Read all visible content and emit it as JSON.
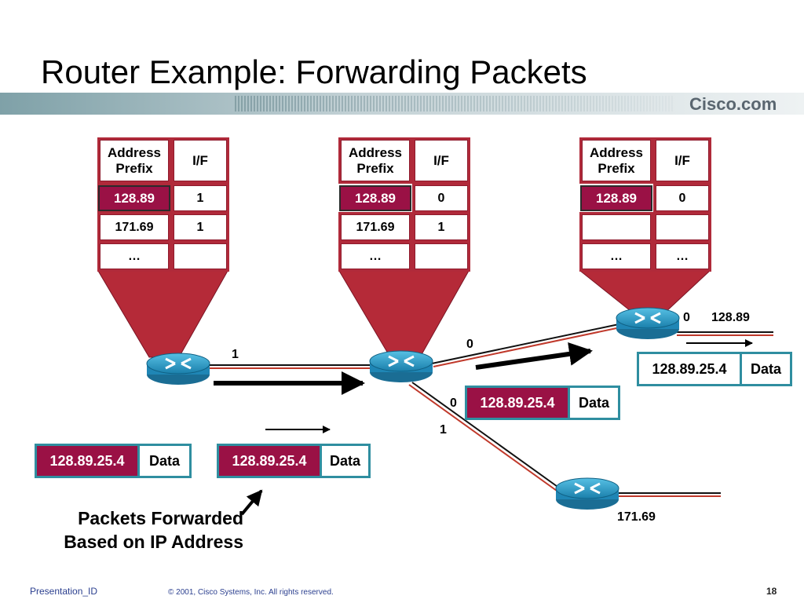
{
  "slide": {
    "title": "Router Example:  Forwarding Packets",
    "brand": "Cisco.com",
    "footer_left": "Presentation_ID",
    "footer_center": "© 2001, Cisco Systems, Inc. All rights reserved.",
    "page_number": "18"
  },
  "tables": [
    {
      "header_prefix": "Address Prefix",
      "header_if": "I/F",
      "rows": [
        {
          "prefix": "128.89",
          "iface": "1"
        },
        {
          "prefix": "171.69",
          "iface": "1"
        },
        {
          "prefix": "…",
          "iface": ""
        }
      ]
    },
    {
      "header_prefix": "Address Prefix",
      "header_if": "I/F",
      "rows": [
        {
          "prefix": "128.89",
          "iface": "0"
        },
        {
          "prefix": "171.69",
          "iface": "1"
        },
        {
          "prefix": "…",
          "iface": ""
        }
      ]
    },
    {
      "header_prefix": "Address Prefix",
      "header_if": "I/F",
      "rows": [
        {
          "prefix": "128.89",
          "iface": "0"
        },
        {
          "prefix": "",
          "iface": ""
        },
        {
          "prefix": "…",
          "iface": "…"
        }
      ]
    }
  ],
  "link_labels": {
    "router1_out": "1",
    "router2_upper": "0",
    "router2_mid": "0",
    "router2_lower": "1",
    "router3_if": "0",
    "router3_net": "128.89",
    "router4_net": "171.69"
  },
  "packets": {
    "p1": {
      "addr": "128.89.25.4",
      "data": "Data"
    },
    "p2": {
      "addr": "128.89.25.4",
      "data": "Data"
    },
    "p3": {
      "addr": "128.89.25.4",
      "data": "Data"
    },
    "p4": {
      "addr": "128.89.25.4",
      "data": "Data"
    }
  },
  "caption": {
    "line1": "Packets Forwarded",
    "line2": "Based on IP Address"
  },
  "colors": {
    "highlight": "#9a1145",
    "funnel": "#b52a38",
    "router": "#2a9bc9",
    "packet_border": "#2f8ea0"
  }
}
